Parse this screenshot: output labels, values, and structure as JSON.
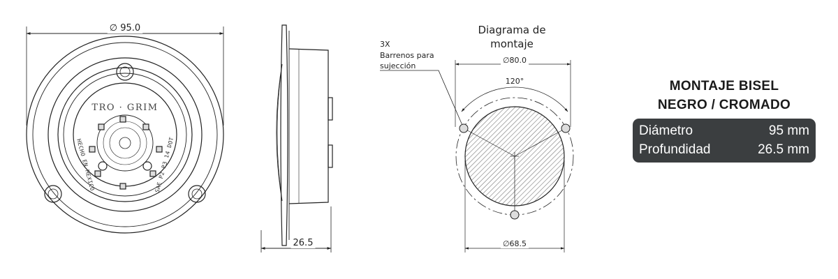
{
  "front_view": {
    "diameter_label": "∅ 95.0",
    "brand_text": "TRO · GRIM",
    "stamp_left": "HECHO EN MEXICO",
    "stamp_right": "SAE P2 P3 14 DOT"
  },
  "side_view": {
    "depth_label": "26.5"
  },
  "mounting_diagram": {
    "title_line1": "Diagrama de",
    "title_line2": "montaje",
    "note_line1": "3X",
    "note_line2": "Barrenos para",
    "note_line3": "sujección",
    "bolt_circle_label": "∅80.0",
    "angle_label": "120°",
    "cutout_label": "∅68.5"
  },
  "spec_panel": {
    "heading_line1": "MONTAJE BISEL",
    "heading_line2": "NEGRO / CROMADO",
    "rows": [
      {
        "label": "Diámetro",
        "value": "95 mm"
      },
      {
        "label": "Profundidad",
        "value": "26.5 mm"
      }
    ]
  },
  "colors": {
    "line": "#222222",
    "panel_bg": "#3b3e40",
    "panel_text": "#ffffff"
  }
}
